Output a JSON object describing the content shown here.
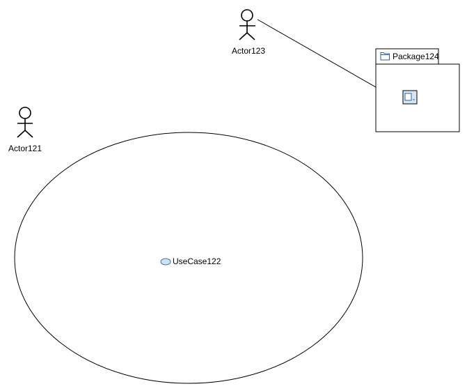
{
  "diagram": {
    "actors": [
      {
        "id": "actor121",
        "name": "Actor121"
      },
      {
        "id": "actor123",
        "name": "Actor123"
      }
    ],
    "usecase": {
      "name": "UseCase122"
    },
    "package": {
      "name": "Package124"
    },
    "association": {
      "from": "Actor123",
      "to": "Package124 element"
    },
    "colors": {
      "stroke": "#000000",
      "background": "#ffffff",
      "usecase_icon_fill": "#cfe3f7",
      "usecase_icon_stroke": "#3a6ea5",
      "component_icon_fill": "#d6e6f7",
      "component_icon_stroke": "#2f5f9a"
    },
    "icons": [
      "actor-stick-figure-icon",
      "folder-icon",
      "usecase-ellipse-icon",
      "component-icon"
    ]
  }
}
